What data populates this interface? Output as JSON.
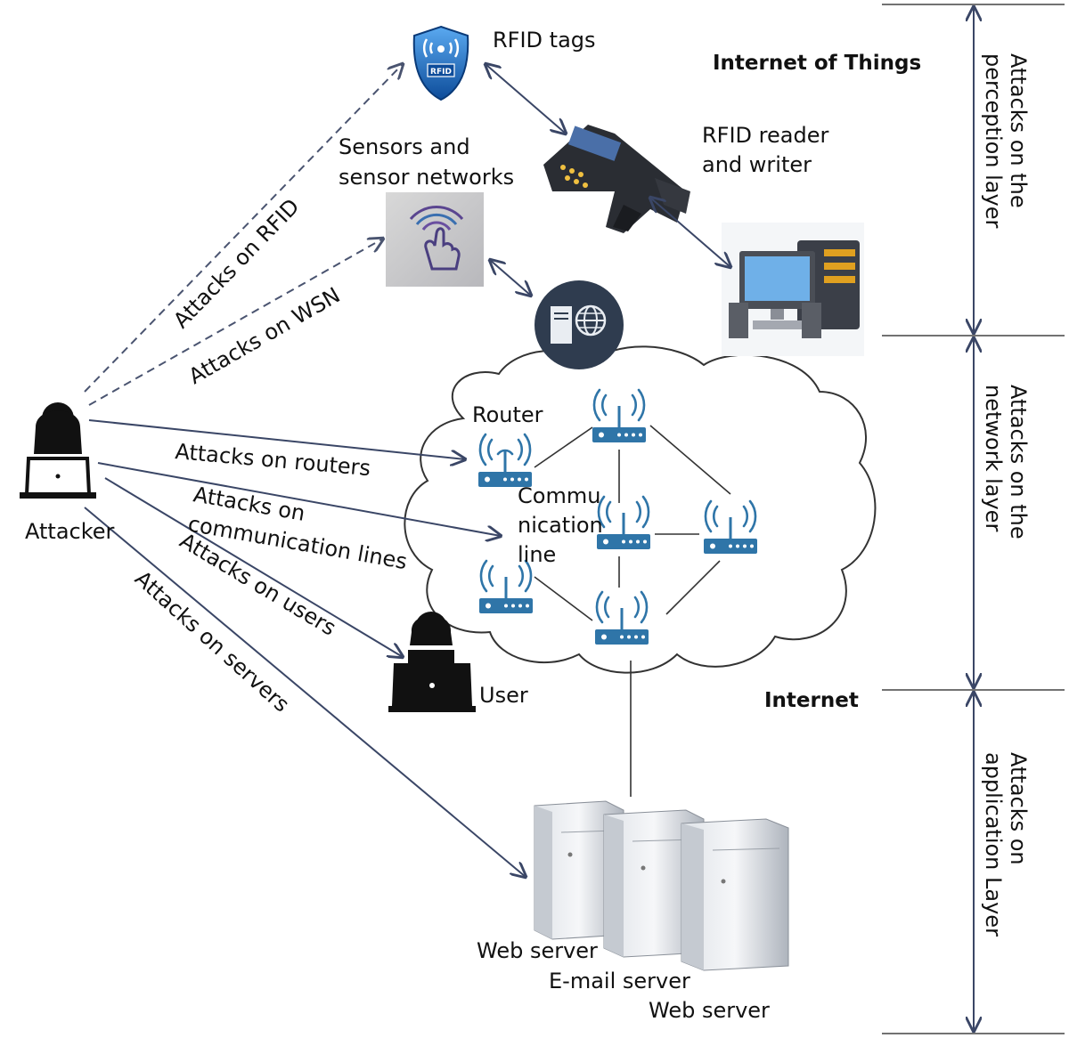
{
  "labels": {
    "rfid_tags": "RFID tags",
    "internet_of_things": "Internet of Things",
    "rfid_reader_line1": "RFID reader",
    "rfid_reader_line2": "and writer",
    "sensors_line1": "Sensors and",
    "sensors_line2": "sensor networks",
    "router": "Router",
    "comm_line1": "Commu",
    "comm_line2": "nication",
    "comm_line3": "line",
    "attacker": "Attacker",
    "user": "User",
    "internet": "Internet",
    "web_server_1": "Web server",
    "email_server": "E-mail server",
    "web_server_2": "Web server",
    "rfid_icon_text": "RFID"
  },
  "attacks": {
    "rfid": "Attacks on RFID",
    "wsn": "Attacks on WSN",
    "routers": "Attacks on routers",
    "comm_line1": "Attacks on",
    "comm_line2": "communication lines",
    "users": "Attacks on users",
    "servers": "Attacks on servers"
  },
  "layers": {
    "perception_line1": "Attacks on the",
    "perception_line2": "perception layer",
    "network_line1": "Attacks on the",
    "network_line2": "network layer",
    "application_line1": "Attacks on",
    "application_line2": "application Layer"
  }
}
